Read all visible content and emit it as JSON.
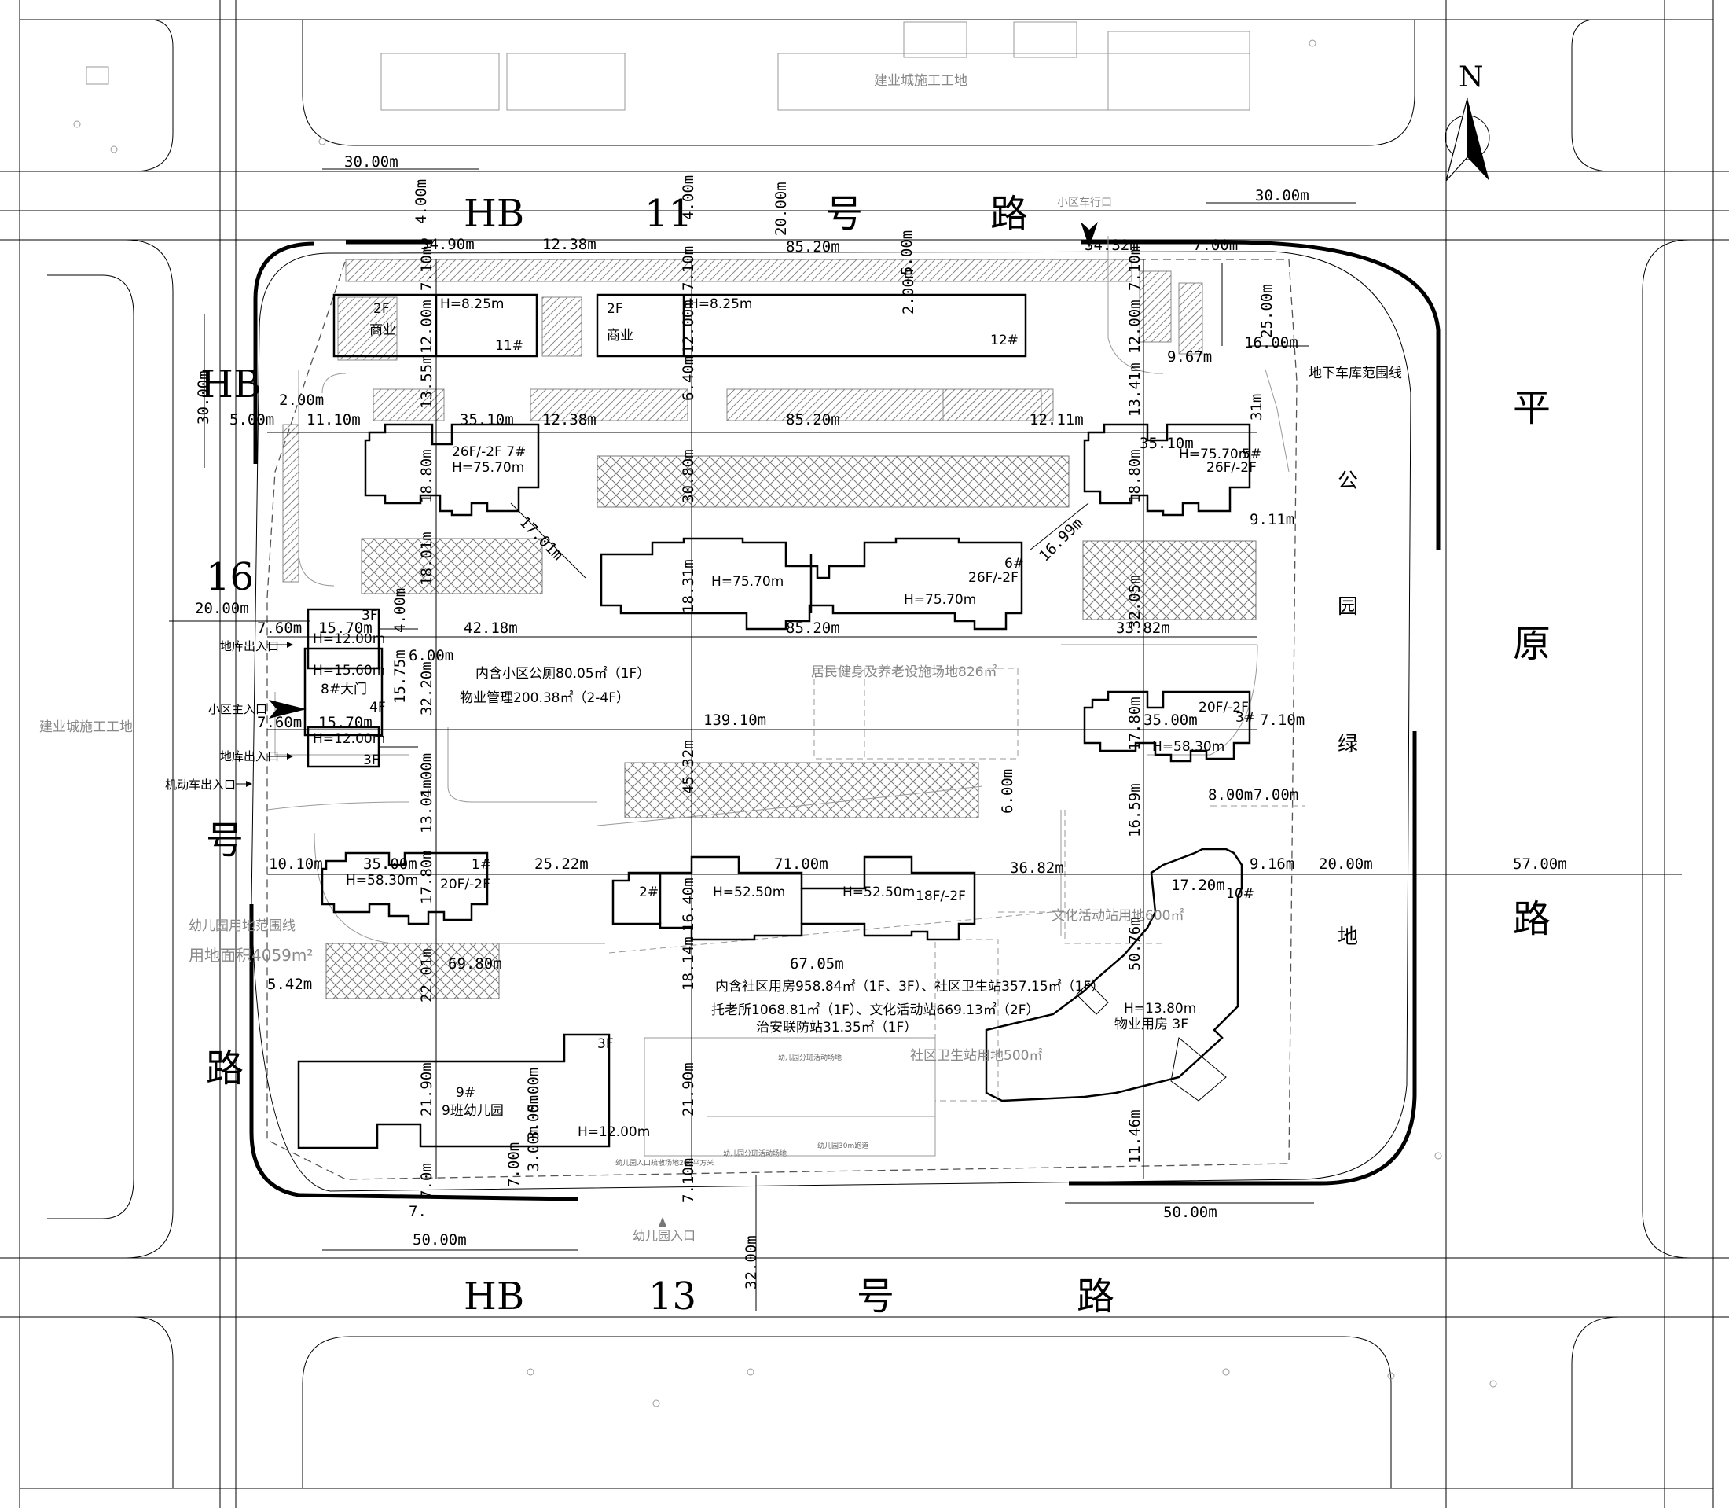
{
  "roads": {
    "north": [
      "HB",
      "11",
      "号",
      "路"
    ],
    "south": [
      "HB",
      "13",
      "号",
      "路"
    ],
    "west": [
      "HB",
      "16",
      "号",
      "路"
    ],
    "east": [
      "平",
      "原",
      "路"
    ]
  },
  "compass": "N",
  "site_labels": {
    "construction_north": "建业城施工工地",
    "construction_west": "建业城施工工地",
    "vehicle_entrance_north": "小区车行口",
    "garage_boundary": "地下车库范围线",
    "park_green": [
      "公",
      "园",
      "绿",
      "地"
    ],
    "garage_exit_top": "地库出入口",
    "main_entrance": "小区主入口",
    "garage_exit_bottom": "地库出入口",
    "vehicle_exit": "机动车出入口",
    "kindergarten_entrance": "幼儿园入口",
    "kindergarten_boundary": "幼儿园用地范围线",
    "kindergarten_area": "用地面积4059m²",
    "fitness_site": "居民健身及养老设施场地826㎡",
    "culture_site": "文化活动站用地600㎡",
    "clinic_site": "社区卫生站用地500㎡",
    "kg_play_a": "幼儿园分班活动场地",
    "kg_play_b": "幼儿园分班活动场地",
    "kg_track": "幼儿园30m跑道",
    "kg_gate_area": "幼儿园入口疏散场地206平方米"
  },
  "buildings": {
    "b11": {
      "floors": "2F",
      "use": "商业",
      "height": "H=8.25m",
      "id": "11#"
    },
    "b12": {
      "floors": "2F",
      "use": "商业",
      "height": "H=8.25m",
      "id": "12#"
    },
    "b7": {
      "floors": "26F/-2F 7#",
      "height": "H=75.70m"
    },
    "b5": {
      "height": "H=75.70m",
      "id": "5#",
      "floors": "26F/-2F"
    },
    "b6": {
      "height_a": "H=75.70m",
      "height_b": "H=75.70m",
      "id": "6#",
      "floors": "26F/-2F"
    },
    "b8": {
      "top_floors": "3F",
      "top_height": "H=12.00m",
      "mid_height": "H=15.60m",
      "name": "8#大门",
      "mid_floors": "4F",
      "bot_height": "H=12.00m",
      "bot_floors": "3F"
    },
    "b8_note": [
      "内含小区公厕80.05㎡（1F）",
      "物业管理200.38㎡（2-4F）"
    ],
    "b3": {
      "floors": "20F/-2F",
      "id": "3#",
      "height": "H=58.30m"
    },
    "b1": {
      "height": "H=58.30m",
      "id": "1#",
      "floors": "20F/-2F"
    },
    "b2": {
      "id": "2#",
      "height_a": "H=52.50m",
      "height_b": "H=52.50m",
      "floors": "18F/-2F"
    },
    "b2_note": [
      "内含社区用房958.84㎡（1F、3F）、社区卫生站357.15㎡（1F）",
      "托老所1068.81㎡（1F）、文化活动站669.13㎡（2F）",
      "治安联防站31.35㎡（1F）"
    ],
    "b10": {
      "id": "10#",
      "height": "H=13.80m",
      "use": "物业用房  3F"
    },
    "b9": {
      "floors": "3F",
      "id": "9#",
      "name": "9班幼儿园",
      "height": "H=12.00m"
    }
  },
  "dimensions": {
    "top_road_w": "30.00m",
    "top_road_w2": "30.00m",
    "road_n_width": "20.00m",
    "d_34_90": "34.90m",
    "d_12_38a": "12.38m",
    "d_85_20a": "85.20m",
    "d_34_32": "34.32m",
    "d_7_00a": "7.00m",
    "v_4_00a": "4.00m",
    "v_4_00b": "4.00m",
    "v_7_10a": "7.10m",
    "v_7_10b": "7.10m",
    "v_7_10c": "7.10m",
    "v_5_00": "5.00m",
    "v_2_00": "2.00m",
    "v_12_00a": "12.00m",
    "v_12_00b": "12.00m",
    "v_12_00c": "12.00m",
    "v_6_40": "6.40m",
    "v_13_55": "13.55m",
    "v_13_41": "13.41m",
    "v_25_00": "25.00m",
    "d_9_67": "9.67m",
    "d_16_00": "16.00m",
    "w_30_00": "30.00m",
    "d_2_00m": "2.00m",
    "d_5_00": "5.00m",
    "d_11_10": "11.10m",
    "d_35_10a": "35.10m",
    "d_12_38b": "12.38m",
    "d_85_20b": "85.20m",
    "d_12_11": "12.11m",
    "d_35_10b": "35.10m",
    "v_31": "31m",
    "v_18_80a": "18.80m",
    "v_18_80b": "18.80m",
    "v_30_80": "30.80m",
    "d_17_01": "17.01m",
    "d_16_99": "16.99m",
    "d_9_11": "9.11m",
    "v_18_01": "18.01m",
    "v_18_31": "18.31m",
    "v_32_05": "32.05m",
    "d_20_00w": "20.00m",
    "d_7_60a": "7.60m",
    "d_15_70a": "15.70m",
    "v_4_00c": "4.00m",
    "d_6_00": "6.00m",
    "d_42_18": "42.18m",
    "d_85_20c": "85.20m",
    "d_33_82": "33.82m",
    "v_32_20": "32.20m",
    "v_15_75": "15.75m",
    "d_7_60b": "7.60m",
    "d_15_70b": "15.70m",
    "d_139_10": "139.10m",
    "v_45_32": "45.32m",
    "d_35_00a": "35.00m",
    "d_7_10": "7.10m",
    "v_17_80a": "17.80m",
    "d_8_00": "8.00m",
    "d_7_00b": "7.00m",
    "v_6_00": "6.00m",
    "v_16_59": "16.59m",
    "v_4_00d": "4.00m",
    "v_13_01": "13.01m",
    "d_10_10": "10.10m",
    "d_35_00b": "35.00m",
    "d_25_22": "25.22m",
    "d_71_00": "71.00m",
    "d_36_82": "36.82m",
    "d_9_16": "9.16m",
    "d_20_00e": "20.00m",
    "d_57_00": "57.00m",
    "v_17_80b": "17.80m",
    "v_16_40": "16.40m",
    "d_17_20": "17.20m",
    "v_50_76": "50.76m",
    "d_69_80": "69.80m",
    "d_67_05": "67.05m",
    "d_5_42": "5.42m",
    "v_22_01": "22.01m",
    "v_18_14": "18.14m",
    "v_21_90a": "21.90m",
    "v_21_90b": "21.90m",
    "v_5_00b": "5.00m",
    "v_3_00a": "3.00m",
    "v_3_00b": "3.00m",
    "v_7_00a": "7.00m",
    "v_7_0": "7.0m",
    "v_7_10d": "7.10m",
    "v_11_46": "11.46m",
    "d_7_b": "7.",
    "d_50_00a": "50.00m",
    "d_50_00b": "50.00m",
    "v_32_00": "32.00m"
  },
  "colors": {
    "line": "#000000",
    "grey": "#999999",
    "hatch": "#777777"
  }
}
